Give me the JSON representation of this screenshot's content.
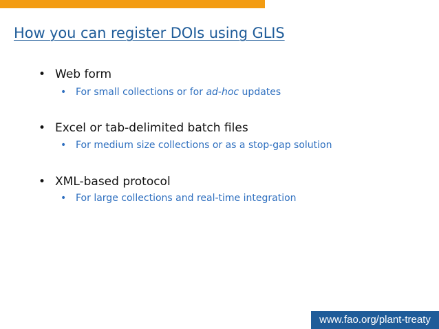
{
  "slide": {
    "title": "How you can register DOIs using GLIS",
    "bullets": [
      {
        "label": "Web form",
        "sub": {
          "before": "For small collections or for ",
          "emphasis": "ad-hoc",
          "after": " updates"
        }
      },
      {
        "label": "Excel or tab-delimited batch files",
        "sub": {
          "text": "For medium size collections or as a stop-gap solution"
        }
      },
      {
        "label": "XML-based protocol",
        "sub": {
          "text": "For large collections and real-time integration"
        }
      }
    ],
    "bullet_glyph": "•",
    "footer_url": "www.fao.org/plant-treaty"
  },
  "colors": {
    "accent_bar": "#f39c12",
    "title": "#1f5c99",
    "sub_bullet_text": "#2e6fbf",
    "footer_bg": "#1f5c99"
  }
}
